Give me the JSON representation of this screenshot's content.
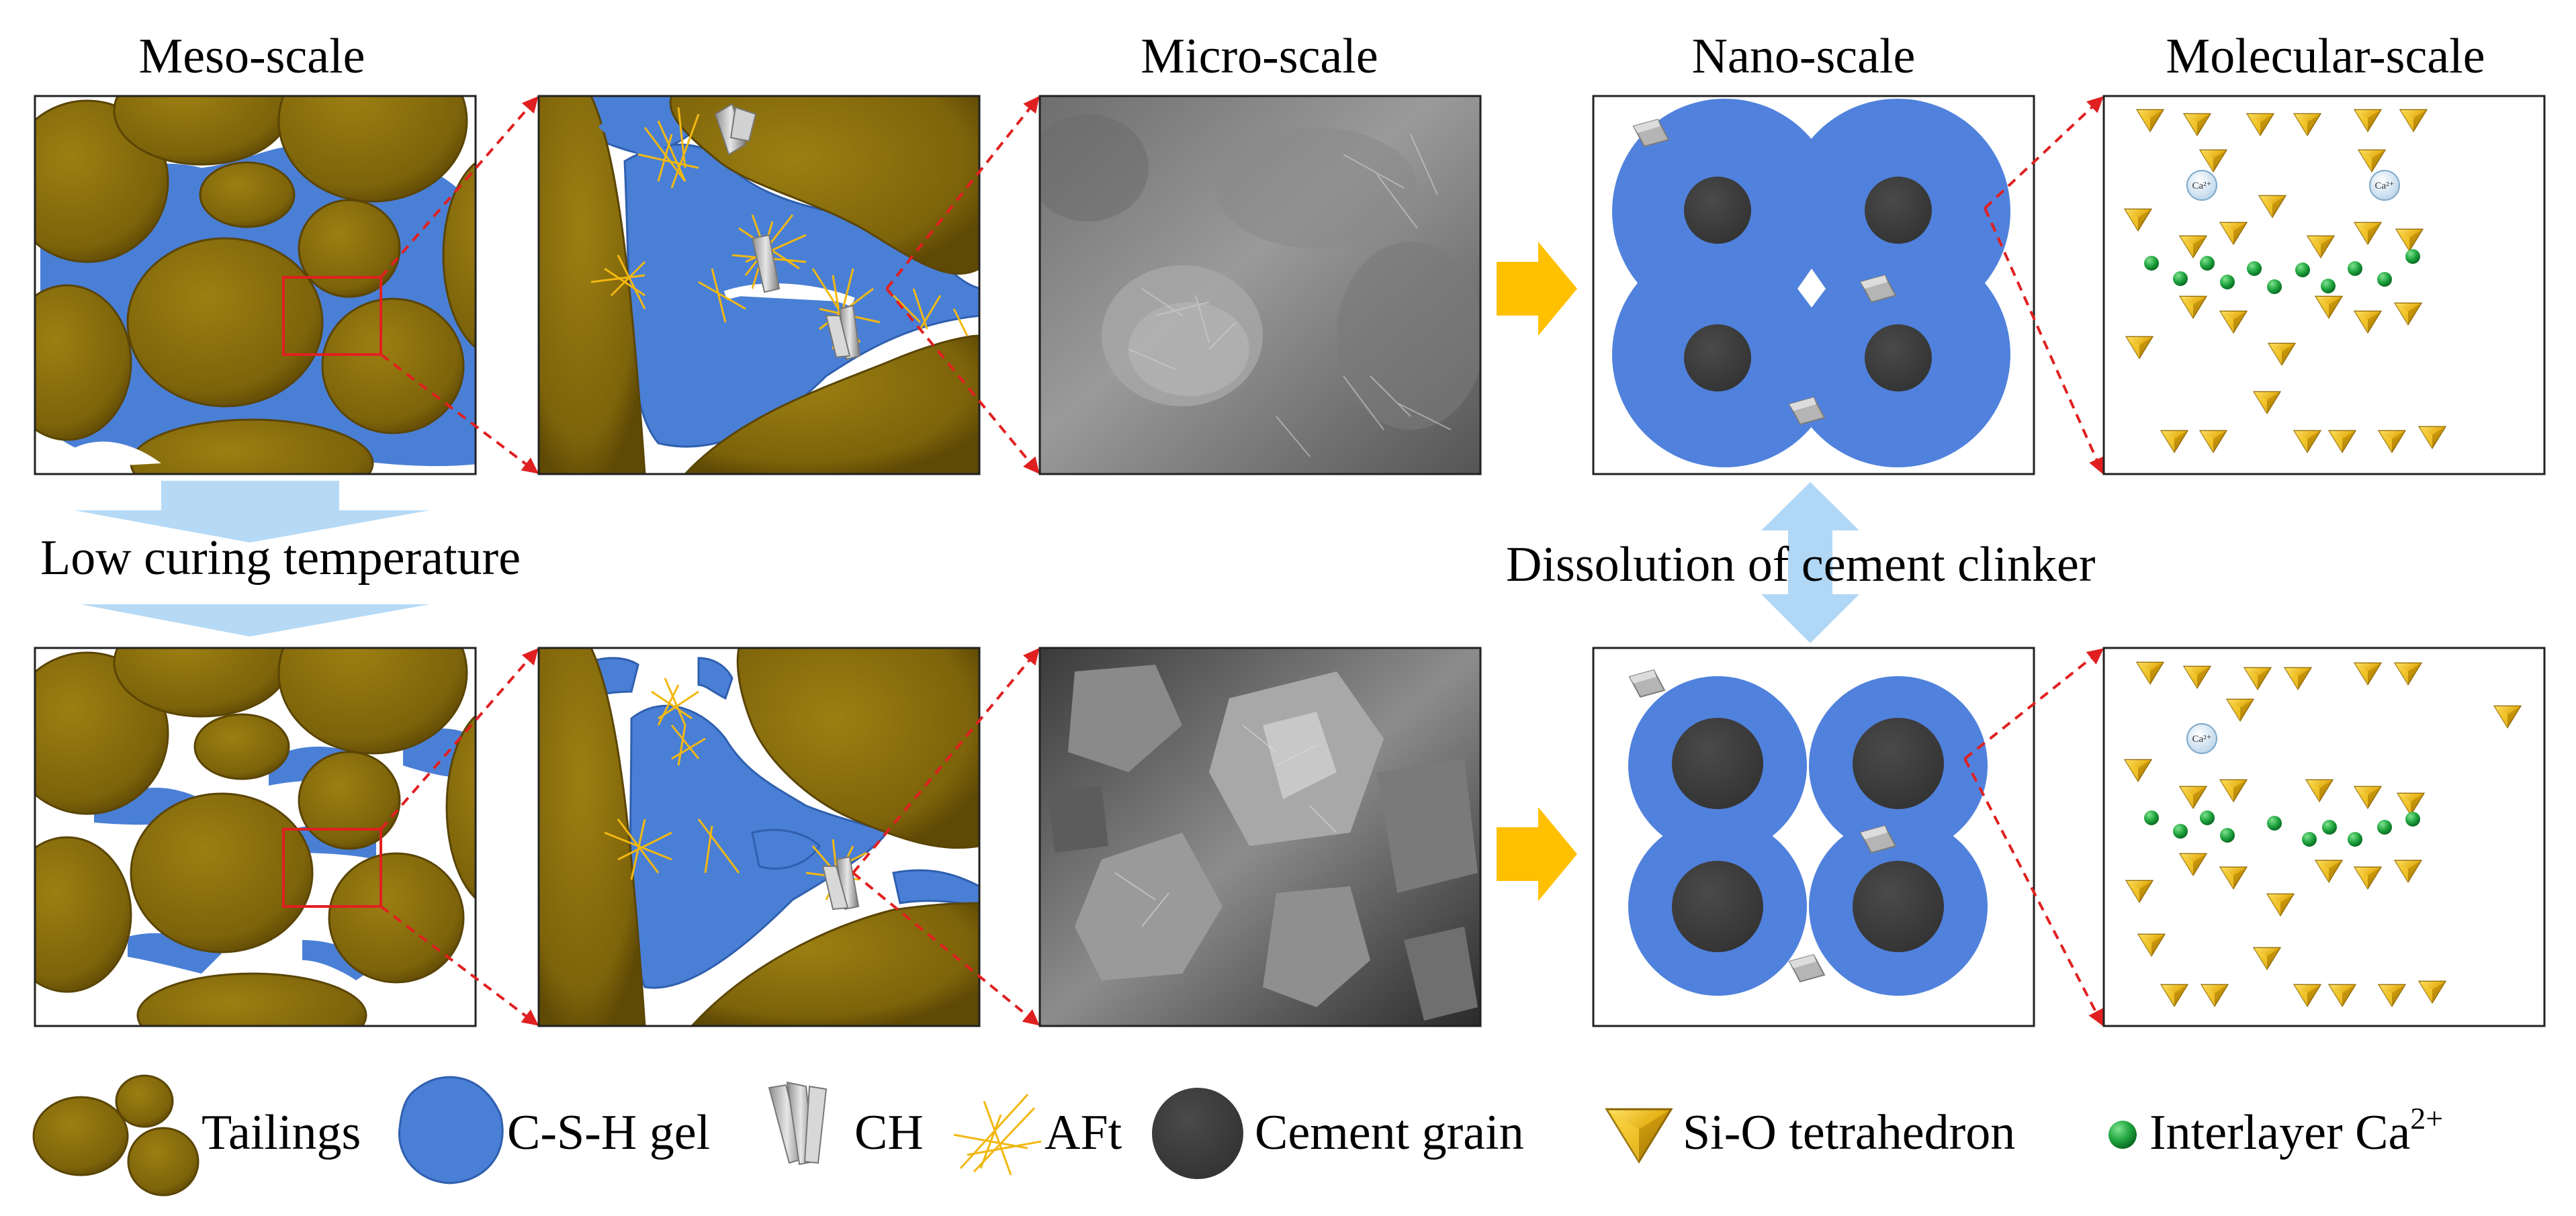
{
  "scale_labels": {
    "meso": "Meso-scale",
    "micro": "Micro-scale",
    "nano": "Nano-scale",
    "molecular": "Molecular-scale"
  },
  "process_labels": {
    "curing": "Low curing temperature",
    "dissolution": "Dissolution of cement clinker"
  },
  "ion_label": "Ca²⁺",
  "legend": {
    "tailings": "Tailings",
    "csh": "C-S-H gel",
    "ch": "CH",
    "aft": "AFt",
    "cement": "Cement grain",
    "sio": "Si-O tetrahedron",
    "ca": "Interlayer Ca",
    "ca_sup": "2+"
  },
  "colors": {
    "tailings": "#8a6d0b",
    "csh": "#4a7fd6",
    "cement_shell": "#5081dc",
    "cement_core": "#404040",
    "aft": "#f2b811",
    "tetra": "#e8b415",
    "ion": "#18a53c",
    "arrow_process": "#a9d3f5",
    "arrow_step": "#ffc000",
    "zoom_line": "#e02020"
  }
}
